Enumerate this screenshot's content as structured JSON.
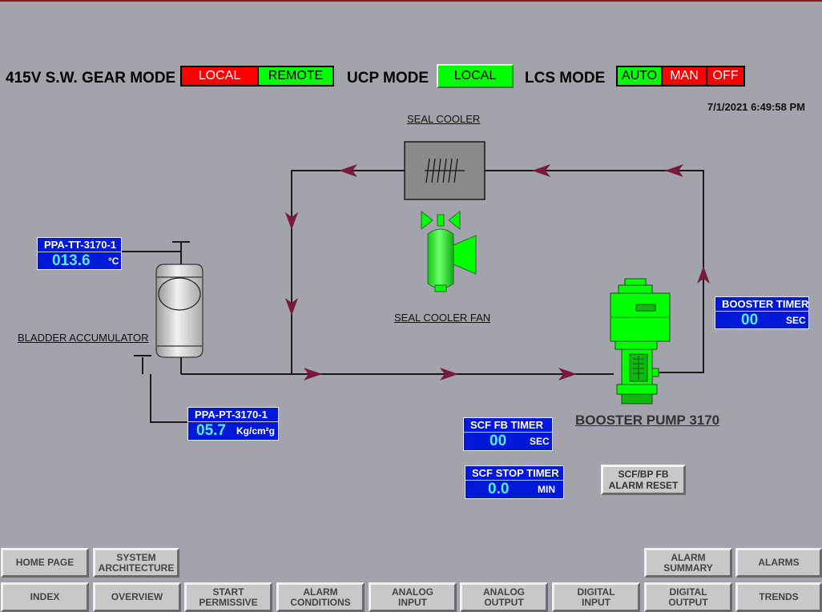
{
  "header": {
    "swgear_label": "415V S.W. GEAR MODE",
    "swgear_local": "LOCAL",
    "swgear_remote": "REMOTE",
    "ucp_label": "UCP MODE",
    "ucp_local": "LOCAL",
    "lcs_label": "LCS MODE",
    "lcs_auto": "AUTO",
    "lcs_man": "MAN",
    "lcs_off": "OFF",
    "datetime": "7/1/2021 6:49:58 PM"
  },
  "labels": {
    "seal_cooler": "SEAL COOLER",
    "seal_cooler_fan": "SEAL COOLER FAN",
    "bladder_accumulator": "BLADDER ACCUMULATOR",
    "booster_pump": "BOOSTER PUMP 3170"
  },
  "tags": {
    "tt": {
      "title": "PPA-TT-3170-1",
      "value": "013.6",
      "unit": "°C"
    },
    "pt": {
      "title": "PPA-PT-3170-1",
      "value": "05.7",
      "unit": "Kg/cm²g"
    },
    "booster_timer": {
      "title": "BOOSTER TIMER",
      "value": "00",
      "unit": "SEC"
    },
    "scf_fb_timer": {
      "title": "SCF FB TIMER",
      "value": "00",
      "unit": "SEC"
    },
    "scf_stop_timer": {
      "title": "SCF STOP TIMER",
      "value": "0.0",
      "unit": "MIN"
    }
  },
  "reset_button": {
    "line1": "SCF/BP FB",
    "line2": "ALARM RESET"
  },
  "nav": {
    "home_page": "HOME PAGE",
    "system_architecture": [
      "SYSTEM",
      "ARCHITECTURE"
    ],
    "alarm_summary": [
      "ALARM",
      "SUMMARY"
    ],
    "alarms": "ALARMS",
    "index": "INDEX",
    "overview": "OVERVIEW",
    "start_permissive": [
      "START",
      "PERMISSIVE"
    ],
    "alarm_conditions": [
      "ALARM",
      "CONDITIONS"
    ],
    "analog_input": [
      "ANALOG",
      "INPUT"
    ],
    "analog_output": [
      "ANALOG",
      "OUTPUT"
    ],
    "digital_input": [
      "DIGITAL",
      "INPUT"
    ],
    "digital_output": [
      "DIGITAL",
      "OUTPUT"
    ],
    "trends": "TRENDS"
  },
  "colors": {
    "background": "#a3a3ab",
    "running_green": "#00ff00",
    "stopped_red": "#ff0000",
    "tag_blue": "#0018d8",
    "tag_value": "#55e8ff",
    "flow_arrow": "#7a1a3a"
  }
}
